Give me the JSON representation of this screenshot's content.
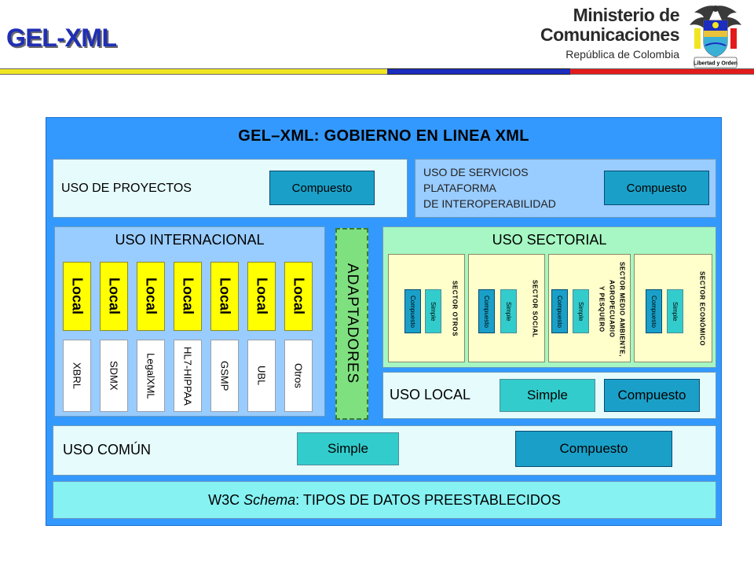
{
  "header": {
    "title": "GEL-XML",
    "ministry_line1": "Ministerio de",
    "ministry_line2": "Comunicaciones",
    "ministry_line3": "República de Colombia",
    "seal_caption": "Libertad y Orden",
    "flag_colors": [
      "#f1e521",
      "#1c2dc0",
      "#e21a1a"
    ]
  },
  "diagram": {
    "title": "GEL–XML: GOBIERNO EN LINEA XML",
    "uso_proyectos": {
      "label": "USO DE PROYECTOS",
      "button": "Compuesto"
    },
    "uso_servicios": {
      "lines": [
        "USO DE SERVICIOS",
        "PLATAFORMA",
        "DE INTEROPERABILIDAD"
      ],
      "button": "Compuesto"
    },
    "uso_internacional": {
      "label": "USO INTERNACIONAL",
      "locals": [
        "Local",
        "Local",
        "Local",
        "Local",
        "Local",
        "Local",
        "Local"
      ],
      "standards": [
        "XBRL",
        "SDMX",
        "LegalXML",
        "HL7-HIPPAA",
        "GSMP",
        "UBL",
        "Otros"
      ]
    },
    "adaptadores": "ADAPTADORES",
    "uso_sectorial": {
      "label": "USO SECTORIAL",
      "sectors": [
        {
          "name": "SECTOR OTROS",
          "compuesto": "Compuesto",
          "simple": "Simple"
        },
        {
          "name": "SECTOR SOCIAL",
          "compuesto": "Compuesto",
          "simple": "Simple"
        },
        {
          "name": "SECTOR MEDIO AMBIENTE, AGROPECUARIO Y PESQUERO",
          "name_lines": [
            "SECTOR MEDIO AMBIENTE,",
            "AGROPECUARIO",
            "Y PESQUERO"
          ],
          "compuesto": "Compuesto",
          "simple": "Simple"
        },
        {
          "name": "SECTOR ECONÓMICO",
          "compuesto": "Compuesto",
          "simple": "Simple"
        }
      ]
    },
    "uso_local": {
      "label": "USO LOCAL",
      "simple": "Simple",
      "compuesto": "Compuesto"
    },
    "uso_comun": {
      "label": "USO COMÚN",
      "simple": "Simple",
      "compuesto": "Compuesto"
    },
    "w3c": {
      "prefix": "W3C ",
      "emph": "Schema",
      "suffix": ": TIPOS DE DATOS PREESTABLECIDOS"
    }
  }
}
